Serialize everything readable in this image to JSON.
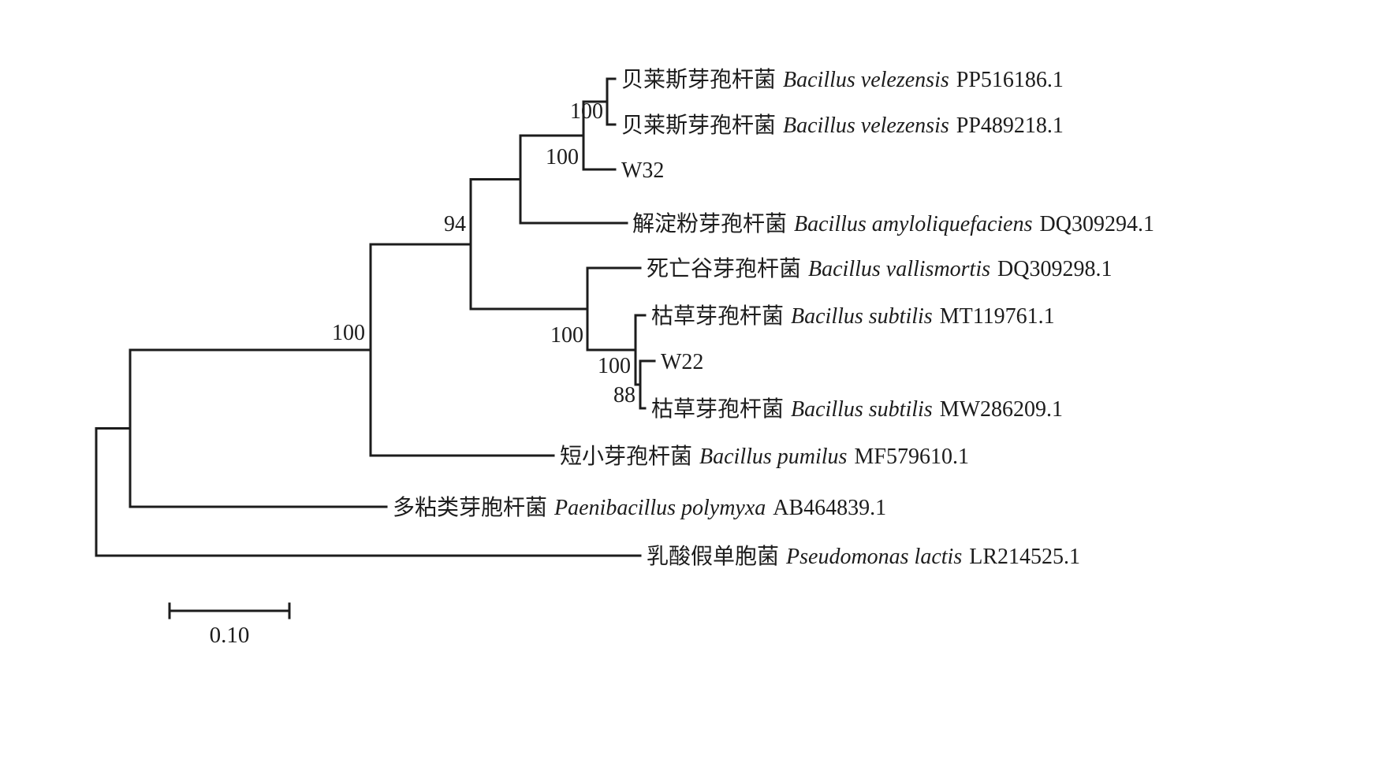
{
  "figure": {
    "type": "phylogenetic-tree",
    "background": "#ffffff",
    "line_color": "#1c1c1c"
  },
  "taxa": [
    {
      "cn": "贝莱斯芽孢杆菌",
      "latin": "Bacillus velezensis",
      "acc": "PP516186.1"
    },
    {
      "cn": "贝莱斯芽孢杆菌",
      "latin": "Bacillus velezensis",
      "acc": "PP489218.1"
    },
    {
      "cn": "",
      "latin": "",
      "acc": "W32"
    },
    {
      "cn": "解淀粉芽孢杆菌",
      "latin": "Bacillus amyloliquefaciens",
      "acc": "DQ309294.1"
    },
    {
      "cn": "死亡谷芽孢杆菌",
      "latin": "Bacillus vallismortis",
      "acc": "DQ309298.1"
    },
    {
      "cn": "枯草芽孢杆菌",
      "latin": "Bacillus subtilis",
      "acc": "MT119761.1"
    },
    {
      "cn": "",
      "latin": "",
      "acc": "W22"
    },
    {
      "cn": "枯草芽孢杆菌",
      "latin": "Bacillus subtilis",
      "acc": "MW286209.1"
    },
    {
      "cn": "短小芽孢杆菌",
      "latin": "Bacillus pumilus",
      "acc": "MF579610.1"
    },
    {
      "cn": "多粘类芽胞杆菌",
      "latin": "Paenibacillus polymyxa",
      "acc": "AB464839.1"
    },
    {
      "cn": "乳酸假单胞菌",
      "latin": "Pseudomonas lactis",
      "acc": "LR214525.1"
    }
  ],
  "bootstrap_values": [
    "100",
    "100",
    "94",
    "100",
    "100",
    "100",
    "88"
  ],
  "scale_bar": {
    "label": "0.10"
  }
}
